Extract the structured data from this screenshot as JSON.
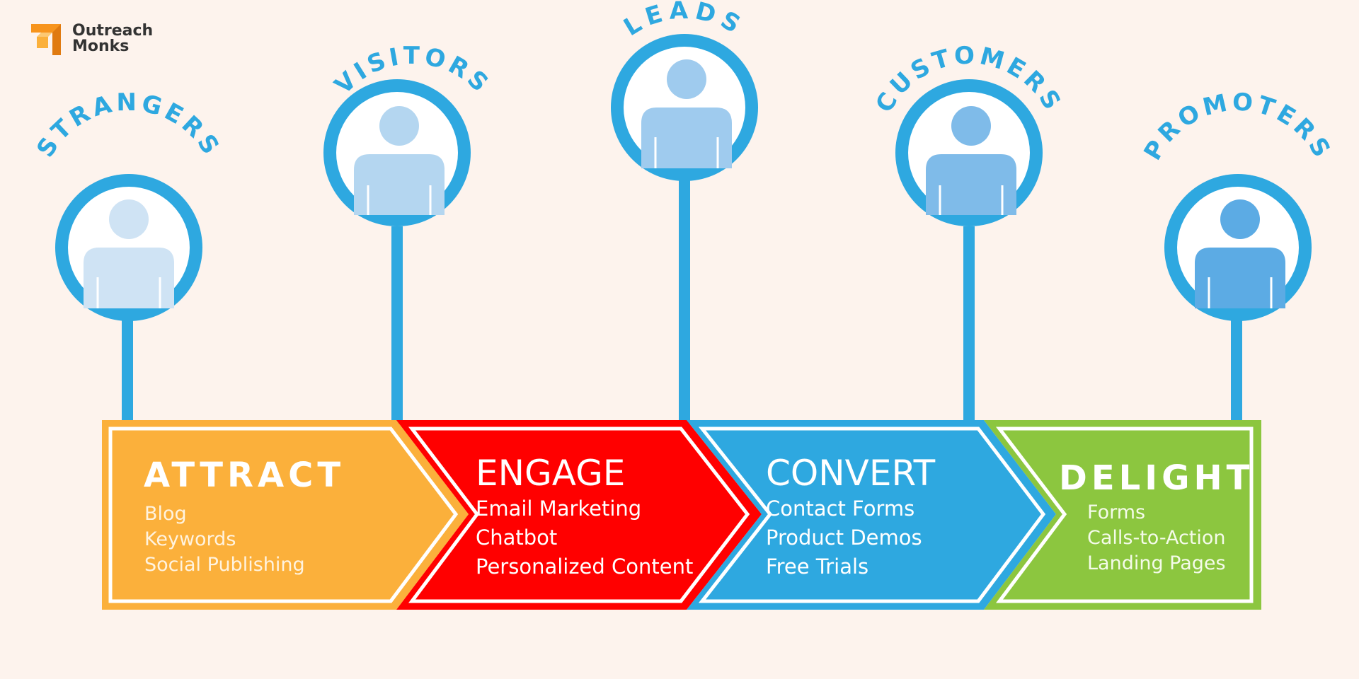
{
  "logo": {
    "line1": "Outreach",
    "line2": "Monks"
  },
  "colors": {
    "blue": "#2ea8e0",
    "orange": "#fbb03b",
    "red": "#ff0000",
    "green": "#8cc63f",
    "background": "#fdf3ed"
  },
  "personas": [
    {
      "label": "STRANGERS",
      "body_color": "#cfe3f4"
    },
    {
      "label": "VISITORS",
      "body_color": "#b4d6f0"
    },
    {
      "label": "LEADS",
      "body_color": "#9fcbee"
    },
    {
      "label": "CUSTOMERS",
      "body_color": "#7fbbe9"
    },
    {
      "label": "PROMOTERS",
      "body_color": "#5cabe4"
    }
  ],
  "stages": [
    {
      "title": "ATTRACT",
      "items": [
        "Blog",
        "Keywords",
        "Social Publishing"
      ]
    },
    {
      "title": "ENGAGE",
      "items": [
        "Email Marketing",
        "Chatbot",
        "Personalized Content"
      ]
    },
    {
      "title": "CONVERT",
      "items": [
        "Contact Forms",
        "Product Demos",
        "Free Trials"
      ]
    },
    {
      "title": "DELIGHT",
      "items": [
        "Forms",
        "Calls-to-Action",
        "Landing Pages"
      ]
    }
  ]
}
